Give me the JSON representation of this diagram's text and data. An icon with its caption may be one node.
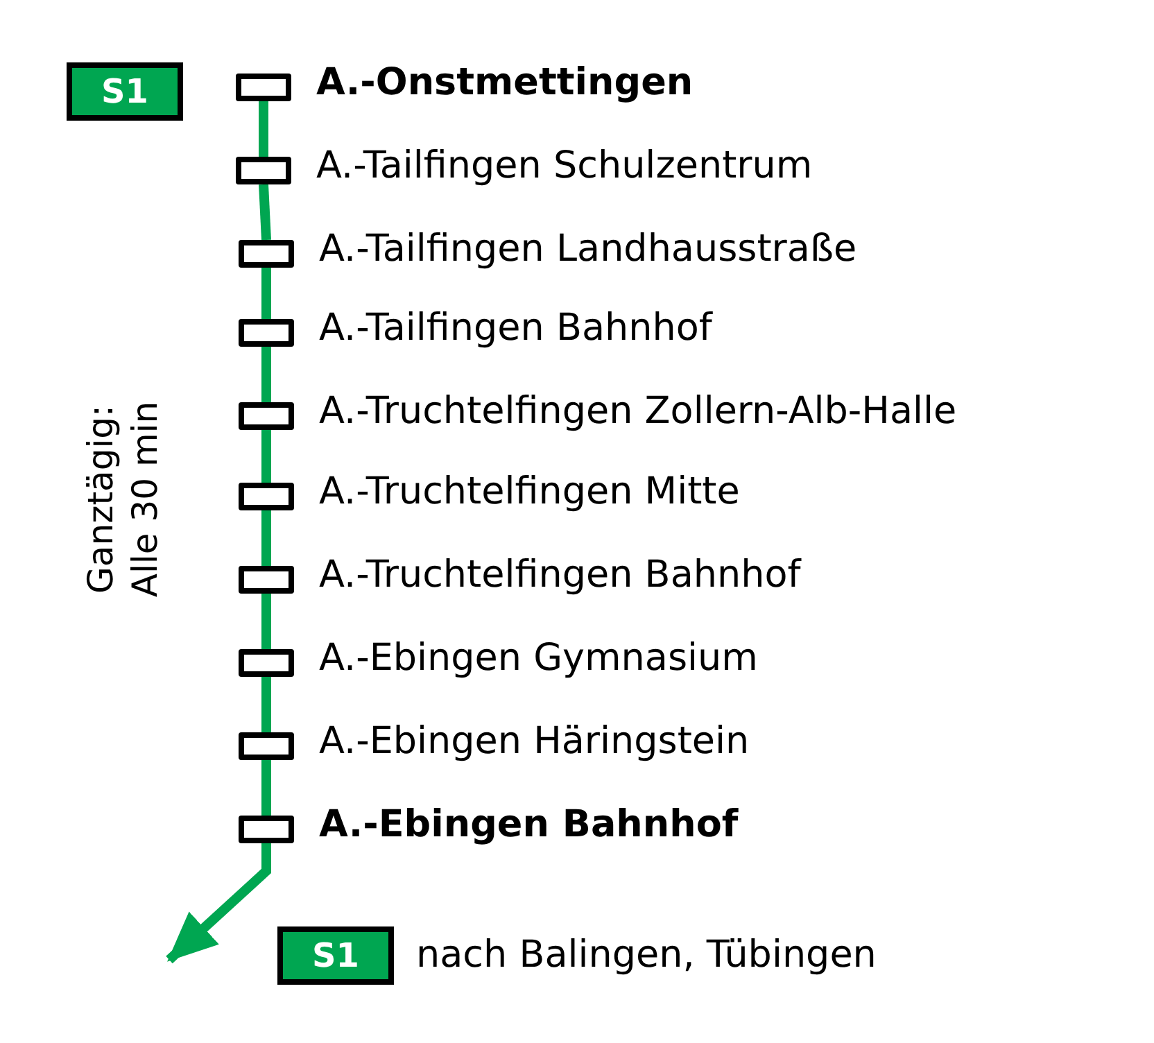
{
  "diagram": {
    "nodes": [
      {
        "text": [
          "S1"
        ]
      },
      {
        "text": [],
        "shape": "box",
        "beside": [
          "A.-Onstmettingen"
        ]
      },
      {
        "text": [],
        "shape": "box",
        "beside": [
          "A.-Tailfingen Schulzentrum"
        ]
      },
      {
        "text": [],
        "shape": "box",
        "beside": [
          "A.-Tailfingen Landhausstraße"
        ]
      },
      {
        "text": [],
        "shape": "box",
        "beside": [
          "A.-Tailfingen Bahnhof"
        ]
      },
      {
        "text": [],
        "shape": "box",
        "beside": [
          "A.-Truchtelfingen Zollern-Alb-Halle"
        ]
      },
      {
        "text": [],
        "shape": "box",
        "beside": [
          "A.-Truchtelfingen Mitte"
        ]
      },
      {
        "text": [],
        "shape": "box",
        "beside": [
          "A.-Truchtelfingen Bahnhof"
        ]
      },
      {
        "text": [],
        "shape": "box",
        "beside": [
          "A.-Ebingen Gymnasium"
        ]
      },
      {
        "text": [],
        "shape": "box",
        "beside": [
          "A.-Ebingen Häringstein"
        ]
      },
      {
        "text": [],
        "shape": "box",
        "beside": [
          "A.-Ebingen Bahnhof"
        ]
      },
      {
        "text": [
          "S1"
        ],
        "beside": [
          "nach Balingen, Tübingen"
        ]
      }
    ],
    "edges": [
      {
        "from": 1,
        "to": 2,
        "arrow": "none"
      },
      {
        "from": 2,
        "to": 3,
        "arrow": "none"
      },
      {
        "from": 3,
        "to": 4,
        "arrow": "none"
      },
      {
        "from": 4,
        "to": 5,
        "arrow": "none"
      },
      {
        "from": 5,
        "to": 6,
        "arrow": "none"
      },
      {
        "from": 6,
        "to": 7,
        "arrow": "none"
      },
      {
        "from": 7,
        "to": 8,
        "arrow": "none"
      },
      {
        "from": 8,
        "to": 9,
        "arrow": "none"
      },
      {
        "from": 9,
        "to": 10,
        "arrow": "none"
      },
      {
        "from": 10,
        "to": null,
        "arrow": "to"
      }
    ],
    "labels": [
      "Ganztägig: Alle 30 min"
    ]
  }
}
